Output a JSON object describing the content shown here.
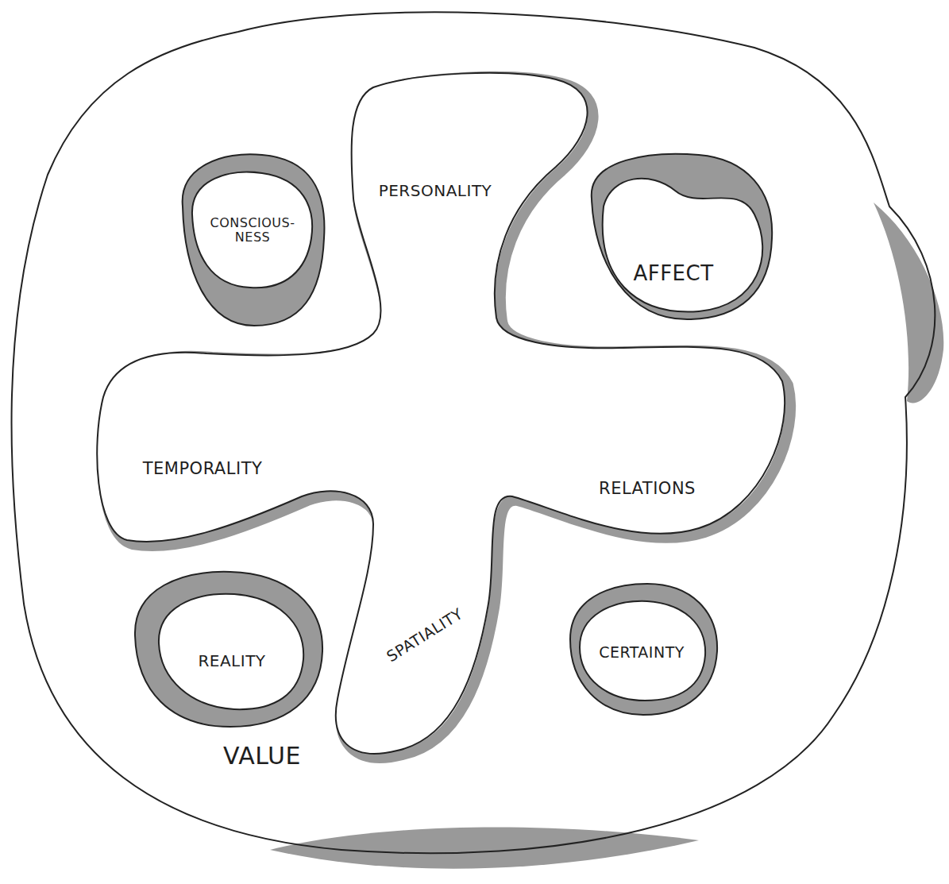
{
  "diagram": {
    "nodes": [
      {
        "text": [
          "VALUE"
        ]
      },
      {
        "text": [
          "CONSCIOUS- NESS"
        ],
        "in": 0
      },
      {
        "text": [
          "PERSONALITY",
          "TEMPORALITY",
          "RELATIONS",
          "SPATIALITY"
        ],
        "in": 0
      },
      {
        "text": [
          "AFFECT"
        ],
        "in": 0
      },
      {
        "text": [
          "REALITY"
        ],
        "in": 0
      },
      {
        "text": [
          "CERTAINTY"
        ],
        "in": 0
      }
    ]
  }
}
